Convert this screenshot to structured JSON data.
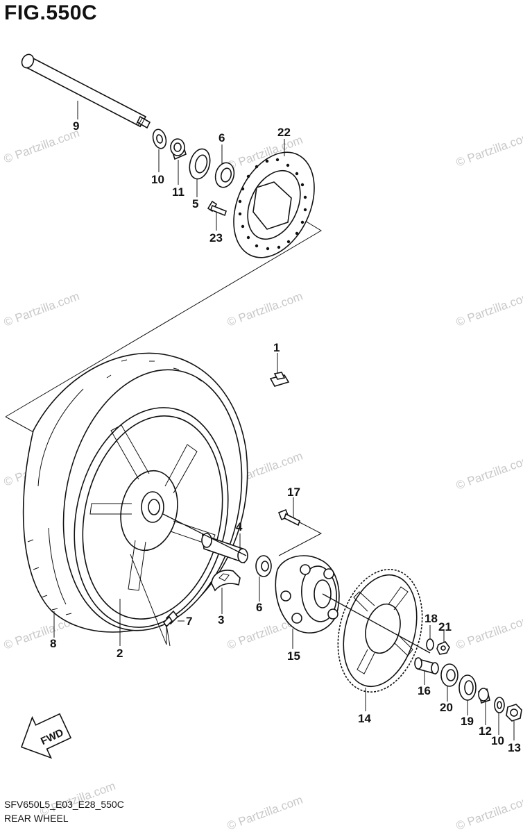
{
  "figure": {
    "title": "FIG.550C",
    "code": "SFV650L5_E03_E28_550C",
    "name": "REAR WHEEL"
  },
  "watermark": "© Partzilla.com",
  "fwd_label": "FWD",
  "callouts": {
    "c1": "1",
    "c2": "2",
    "c3": "3",
    "c4": "4",
    "c5": "5",
    "c6a": "6",
    "c6b": "6",
    "c7": "7",
    "c8": "8",
    "c9": "9",
    "c10a": "10",
    "c10b": "10",
    "c11": "11",
    "c12": "12",
    "c13": "13",
    "c14": "14",
    "c15": "15",
    "c16": "16",
    "c17": "17",
    "c18": "18",
    "c19": "19",
    "c20": "20",
    "c21": "21",
    "c22": "22",
    "c23": "23"
  }
}
